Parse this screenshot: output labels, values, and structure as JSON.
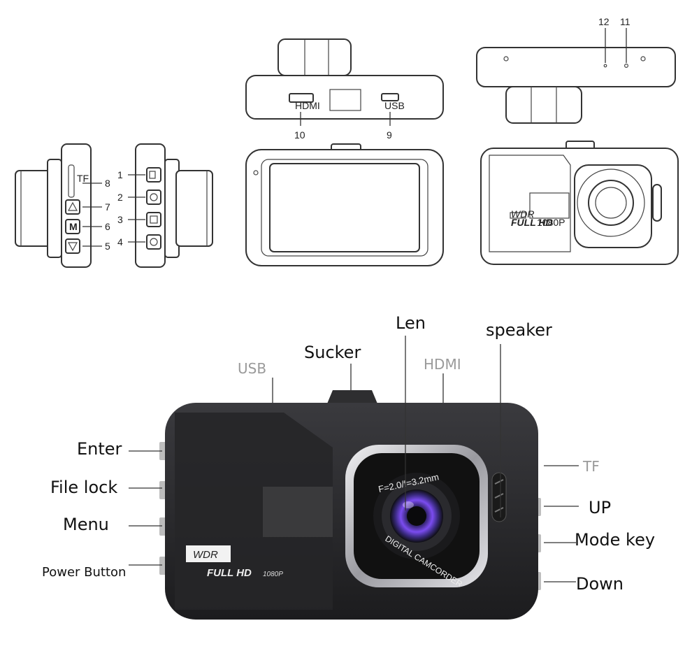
{
  "top_numbers": {
    "n1": "1",
    "n2": "2",
    "n3": "3",
    "n4": "4",
    "n5": "5",
    "n6": "6",
    "n7": "7",
    "n8": "8",
    "n9": "9",
    "n10": "10",
    "n11": "11",
    "n12": "12"
  },
  "small_print": {
    "hdmi_port": "HDMI",
    "usb_port": "USB",
    "side_tf": "TF",
    "btn_m": "M",
    "outline_wdr": "WDR",
    "outline_fullhd": "FULL HD",
    "outline_1080p": "1080P"
  },
  "labels": {
    "len": "Len",
    "speaker": "speaker",
    "sucker": "Sucker",
    "usb": "USB",
    "hdmi": "HDMI",
    "enter": "Enter",
    "file_lock": "File lock",
    "menu": "Menu",
    "power_button": "Power Button",
    "tf": "TF",
    "up": "UP",
    "mode_key": "Mode key",
    "down": "Down"
  },
  "device_print": {
    "wdr": "WDR",
    "full_hd": "FULL HD",
    "res": "1080P",
    "lens_spec": "F=2.0/f=3.2mm",
    "lens_ring": "DIGITAL CAMCORDER"
  },
  "colors": {
    "body": "#2a2a2c",
    "bezel": "#3c3c40",
    "chrome": "#d8d8dc",
    "lens_glow": "#8a5cff"
  }
}
